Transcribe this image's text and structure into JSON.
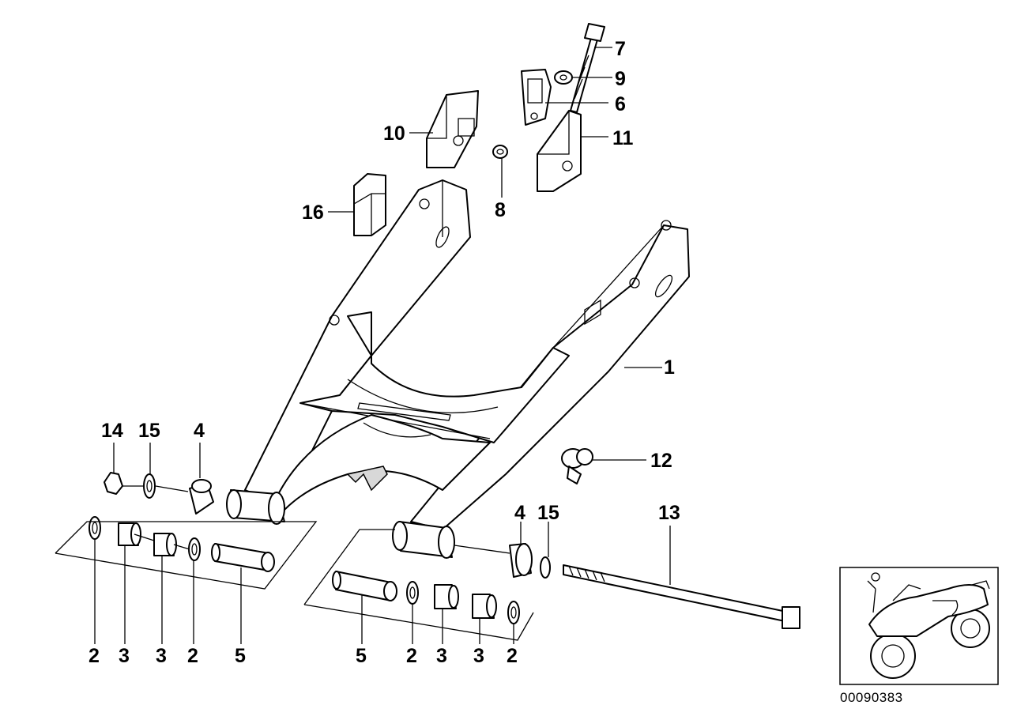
{
  "diagram": {
    "callouts": [
      {
        "id": "c7",
        "label": "7"
      },
      {
        "id": "c9",
        "label": "9"
      },
      {
        "id": "c6",
        "label": "6"
      },
      {
        "id": "c10",
        "label": "10"
      },
      {
        "id": "c11",
        "label": "11"
      },
      {
        "id": "c8",
        "label": "8"
      },
      {
        "id": "c16",
        "label": "16"
      },
      {
        "id": "c1",
        "label": "1"
      },
      {
        "id": "c14",
        "label": "14"
      },
      {
        "id": "c15a",
        "label": "15"
      },
      {
        "id": "c4a",
        "label": "4"
      },
      {
        "id": "c12",
        "label": "12"
      },
      {
        "id": "c4b",
        "label": "4"
      },
      {
        "id": "c15b",
        "label": "15"
      },
      {
        "id": "c13",
        "label": "13"
      },
      {
        "id": "c2a",
        "label": "2"
      },
      {
        "id": "c3a",
        "label": "3"
      },
      {
        "id": "c3b",
        "label": "3"
      },
      {
        "id": "c2b",
        "label": "2"
      },
      {
        "id": "c5a",
        "label": "5"
      },
      {
        "id": "c5b",
        "label": "5"
      },
      {
        "id": "c2c",
        "label": "2"
      },
      {
        "id": "c3c",
        "label": "3"
      },
      {
        "id": "c3d",
        "label": "3"
      },
      {
        "id": "c2d",
        "label": "2"
      }
    ],
    "reference_number": "00090383"
  }
}
